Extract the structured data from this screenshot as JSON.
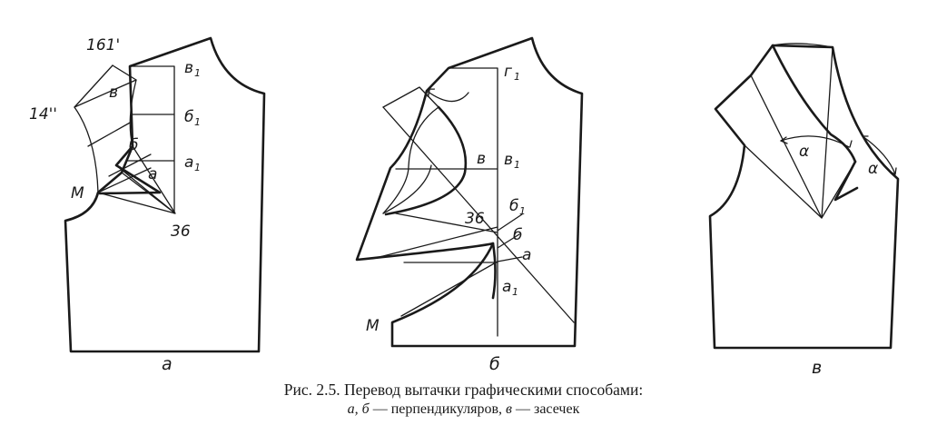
{
  "panels": {
    "a": {
      "label": "а",
      "points": {
        "p161": "161'",
        "p14": "14''",
        "v": "в",
        "b": "б",
        "a": "а",
        "M": "М",
        "p36": "36",
        "v1": "в",
        "b1": "б",
        "a1": "а",
        "sub1": "1"
      }
    },
    "b": {
      "label": "б",
      "points": {
        "g1": "г",
        "g": "г",
        "v": "в",
        "v1": "в",
        "b1": "б",
        "p36": "36",
        "b": "б",
        "a": "а",
        "a1": "а",
        "M": "М",
        "sub1": "1"
      }
    },
    "c": {
      "label": "в",
      "points": {
        "alpha1": "α",
        "alpha2": "α"
      }
    }
  },
  "caption": {
    "line1": "Рис. 2.5. Перевод вытачки графическими способами:",
    "line2_letters": "а, б",
    "line2_mid": " — перпендикуляров, ",
    "line2_letter3": "в",
    "line2_end": " — засечек"
  }
}
